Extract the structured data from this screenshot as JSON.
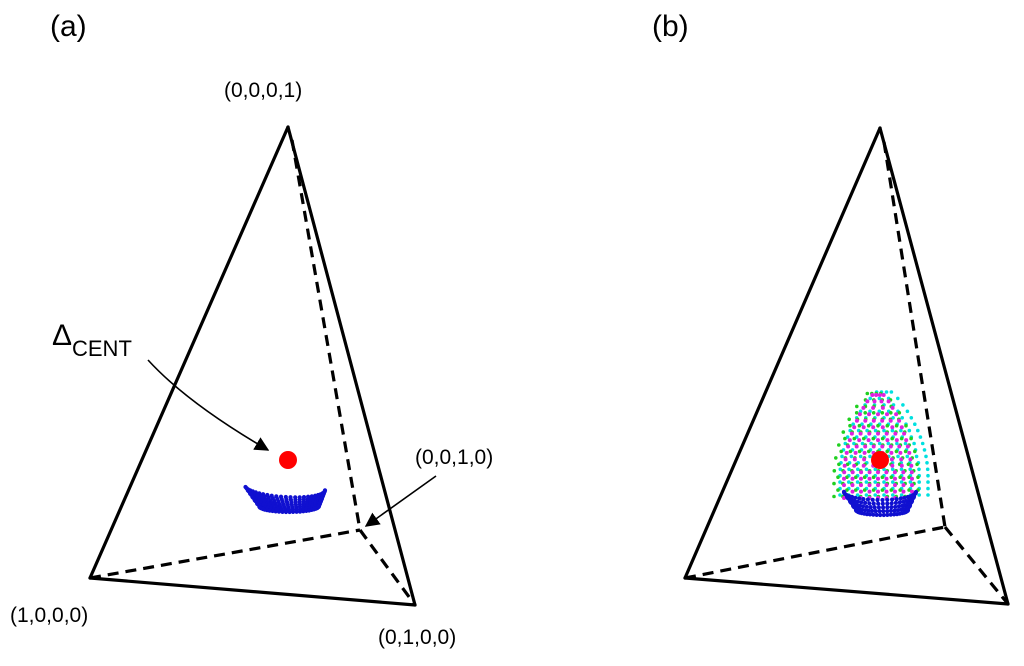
{
  "panels": [
    {
      "label": "(a)",
      "vertices": {
        "top": "(0,0,0,1)",
        "left": "(1,0,0,0)",
        "right": "(0,1,0,0)",
        "back": "(0,0,1,0)"
      },
      "annotation": {
        "symbol": "Δ",
        "subscript": "CENT"
      }
    },
    {
      "label": "(b)"
    }
  ],
  "colors": {
    "centroid": "#ff0000",
    "cap_points": "#1010d0",
    "cyan_points": "#00e0e0",
    "magenta_points": "#e020e0",
    "green_points": "#20d020"
  }
}
